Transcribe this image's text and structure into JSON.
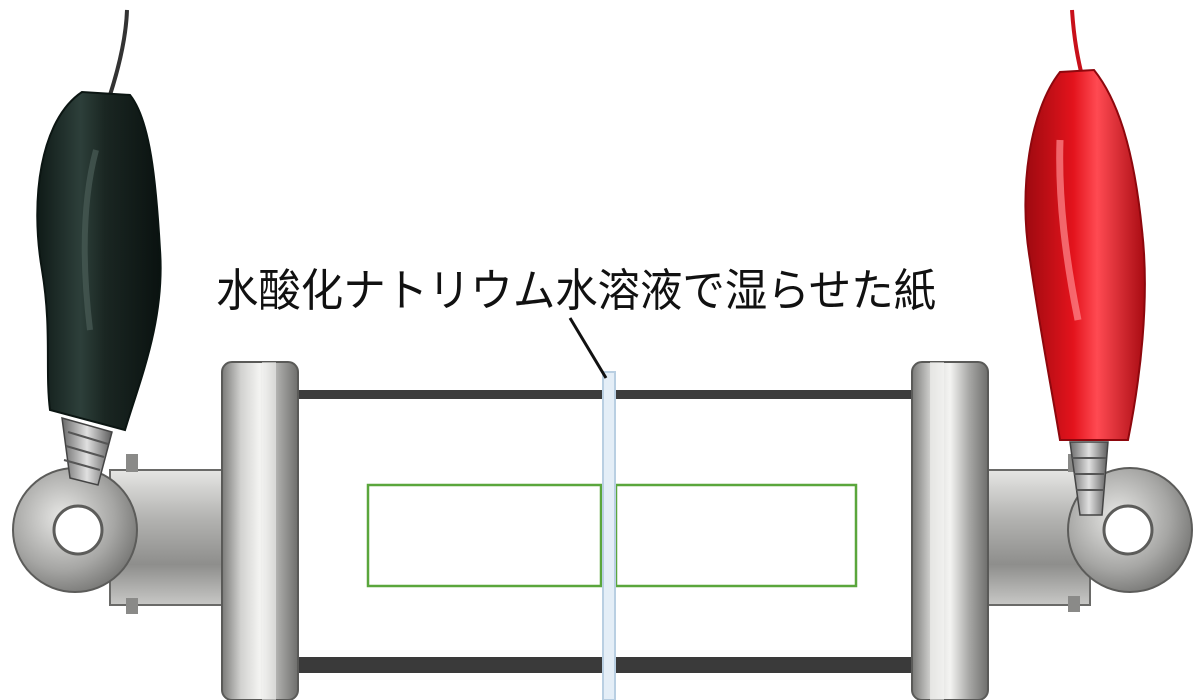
{
  "diagram": {
    "label": "水酸化ナトリウム水溶液で湿らせた紙",
    "colors": {
      "background": "#ffffff",
      "negative_clip": "#1c2b27",
      "positive_clip": "#d8101a",
      "clamp_metal": "#9a9a98",
      "frame_bar": "#3c3c3c",
      "paper_strip_outline": "#5aa63c",
      "divider_line": "#b9cfe2"
    },
    "icons": {
      "left_clip": "black-alligator-clip",
      "right_clip": "red-alligator-clip",
      "left_clamp": "binder-clip",
      "right_clamp": "binder-clip"
    }
  }
}
